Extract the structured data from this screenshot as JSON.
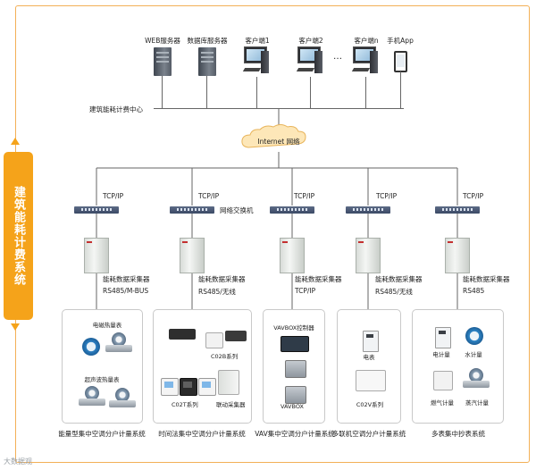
{
  "sidebar": {
    "title": "建筑能耗计费系统"
  },
  "top_nodes": {
    "web_server": "WEB服务器",
    "db_server": "数据库服务器",
    "client1": "客户端1",
    "client2": "客户端2",
    "ellipsis": "…",
    "clientn": "客户端n",
    "mobile_app": "手机App"
  },
  "center_label": "建筑能耗计费中心",
  "cloud_label": "Internet 网络",
  "switch_label": "网络交换机",
  "branches": [
    {
      "protocol": "TCP/IP",
      "collector": "能耗数据采集器",
      "bus": "RS485/M-BUS",
      "devices": [
        "电磁热量表",
        "超声波热量表"
      ],
      "caption": "能量型集中空调分户计量系统"
    },
    {
      "protocol": "TCP/IP",
      "collector": "能耗数据采集器",
      "bus": "RS485/无线",
      "devices": [
        "C02B系列",
        "C02T系列",
        "联动采集器"
      ],
      "caption": "时间法集中空调分户计量系统"
    },
    {
      "protocol": "TCP/IP",
      "collector": "能耗数据采集器",
      "bus": "TCP/IP",
      "devices": [
        "VAVBOX控制器",
        "VAVBOX"
      ],
      "caption": "VAV集中空调分户计量系统"
    },
    {
      "protocol": "TCP/IP",
      "collector": "能耗数据采集器",
      "bus": "RS485/无线",
      "devices": [
        "电表",
        "C02V系列"
      ],
      "caption": "多联机空调分户计量系统"
    },
    {
      "protocol": "TCP/IP",
      "collector": "能耗数据采集器",
      "bus": "RS485",
      "devices": [
        "电计量",
        "水计量",
        "燃气计量",
        "蒸汽计量"
      ],
      "caption": "多表集中抄表系统"
    }
  ],
  "watermark": "大数据观",
  "colors": {
    "accent": "#f5a31a",
    "cloud": "#fde7b8",
    "frame": "#f3b057"
  }
}
